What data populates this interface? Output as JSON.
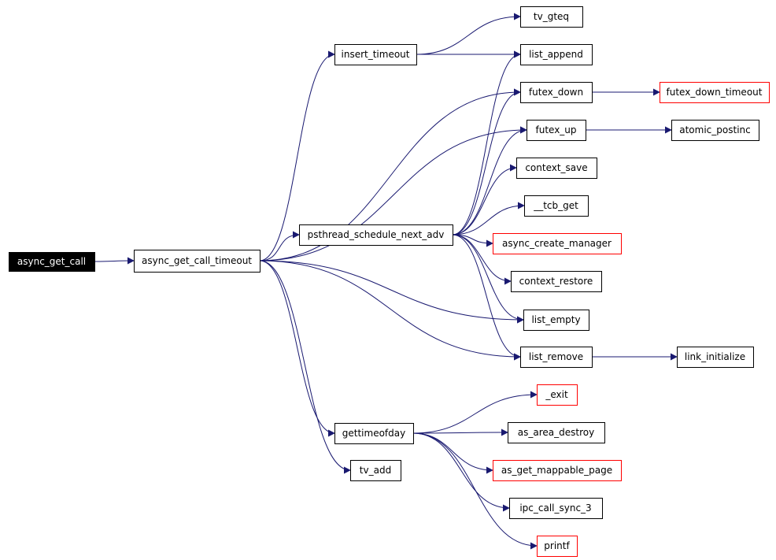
{
  "colors": {
    "edge": "#191970",
    "border_normal": "#000000",
    "border_truncated": "#ff0000",
    "root_fill": "#000000",
    "root_text": "#ffffff",
    "fill": "#ffffff",
    "text": "#000000"
  },
  "nodes": [
    {
      "id": "async_get_call",
      "label": "async_get_call",
      "style": "root"
    },
    {
      "id": "async_get_call_timeout",
      "label": "async_get_call_timeout",
      "style": "normal"
    },
    {
      "id": "insert_timeout",
      "label": "insert_timeout",
      "style": "normal"
    },
    {
      "id": "psthread_schedule_next_adv",
      "label": "psthread_schedule_next_adv",
      "style": "normal"
    },
    {
      "id": "gettimeofday",
      "label": "gettimeofday",
      "style": "normal"
    },
    {
      "id": "tv_add",
      "label": "tv_add",
      "style": "normal"
    },
    {
      "id": "tv_gteq",
      "label": "tv_gteq",
      "style": "normal"
    },
    {
      "id": "list_append",
      "label": "list_append",
      "style": "normal"
    },
    {
      "id": "futex_down",
      "label": "futex_down",
      "style": "normal"
    },
    {
      "id": "futex_up",
      "label": "futex_up",
      "style": "normal"
    },
    {
      "id": "context_save",
      "label": "context_save",
      "style": "normal"
    },
    {
      "id": "tcb_get",
      "label": "__tcb_get",
      "style": "normal"
    },
    {
      "id": "async_create_manager",
      "label": "async_create_manager",
      "style": "truncated"
    },
    {
      "id": "context_restore",
      "label": "context_restore",
      "style": "normal"
    },
    {
      "id": "list_empty",
      "label": "list_empty",
      "style": "normal"
    },
    {
      "id": "list_remove",
      "label": "list_remove",
      "style": "normal"
    },
    {
      "id": "exit",
      "label": "_exit",
      "style": "truncated"
    },
    {
      "id": "as_area_destroy",
      "label": "as_area_destroy",
      "style": "normal"
    },
    {
      "id": "as_get_mappable_page",
      "label": "as_get_mappable_page",
      "style": "truncated"
    },
    {
      "id": "ipc_call_sync_3",
      "label": "ipc_call_sync_3",
      "style": "normal"
    },
    {
      "id": "printf",
      "label": "printf",
      "style": "truncated"
    },
    {
      "id": "futex_down_timeout",
      "label": "futex_down_timeout",
      "style": "truncated"
    },
    {
      "id": "atomic_postinc",
      "label": "atomic_postinc",
      "style": "normal"
    },
    {
      "id": "link_initialize",
      "label": "link_initialize",
      "style": "normal"
    }
  ],
  "edges": [
    [
      "async_get_call",
      "async_get_call_timeout"
    ],
    [
      "async_get_call_timeout",
      "insert_timeout"
    ],
    [
      "async_get_call_timeout",
      "psthread_schedule_next_adv"
    ],
    [
      "async_get_call_timeout",
      "futex_down"
    ],
    [
      "async_get_call_timeout",
      "futex_up"
    ],
    [
      "async_get_call_timeout",
      "list_empty"
    ],
    [
      "async_get_call_timeout",
      "list_remove"
    ],
    [
      "async_get_call_timeout",
      "gettimeofday"
    ],
    [
      "async_get_call_timeout",
      "tv_add"
    ],
    [
      "insert_timeout",
      "tv_gteq"
    ],
    [
      "insert_timeout",
      "list_append"
    ],
    [
      "psthread_schedule_next_adv",
      "list_append"
    ],
    [
      "psthread_schedule_next_adv",
      "futex_down"
    ],
    [
      "psthread_schedule_next_adv",
      "futex_up"
    ],
    [
      "psthread_schedule_next_adv",
      "context_save"
    ],
    [
      "psthread_schedule_next_adv",
      "tcb_get"
    ],
    [
      "psthread_schedule_next_adv",
      "async_create_manager"
    ],
    [
      "psthread_schedule_next_adv",
      "context_restore"
    ],
    [
      "psthread_schedule_next_adv",
      "list_empty"
    ],
    [
      "psthread_schedule_next_adv",
      "list_remove"
    ],
    [
      "futex_down",
      "futex_down_timeout"
    ],
    [
      "futex_up",
      "atomic_postinc"
    ],
    [
      "list_remove",
      "link_initialize"
    ],
    [
      "gettimeofday",
      "exit"
    ],
    [
      "gettimeofday",
      "as_area_destroy"
    ],
    [
      "gettimeofday",
      "as_get_mappable_page"
    ],
    [
      "gettimeofday",
      "ipc_call_sync_3"
    ],
    [
      "gettimeofday",
      "printf"
    ]
  ]
}
